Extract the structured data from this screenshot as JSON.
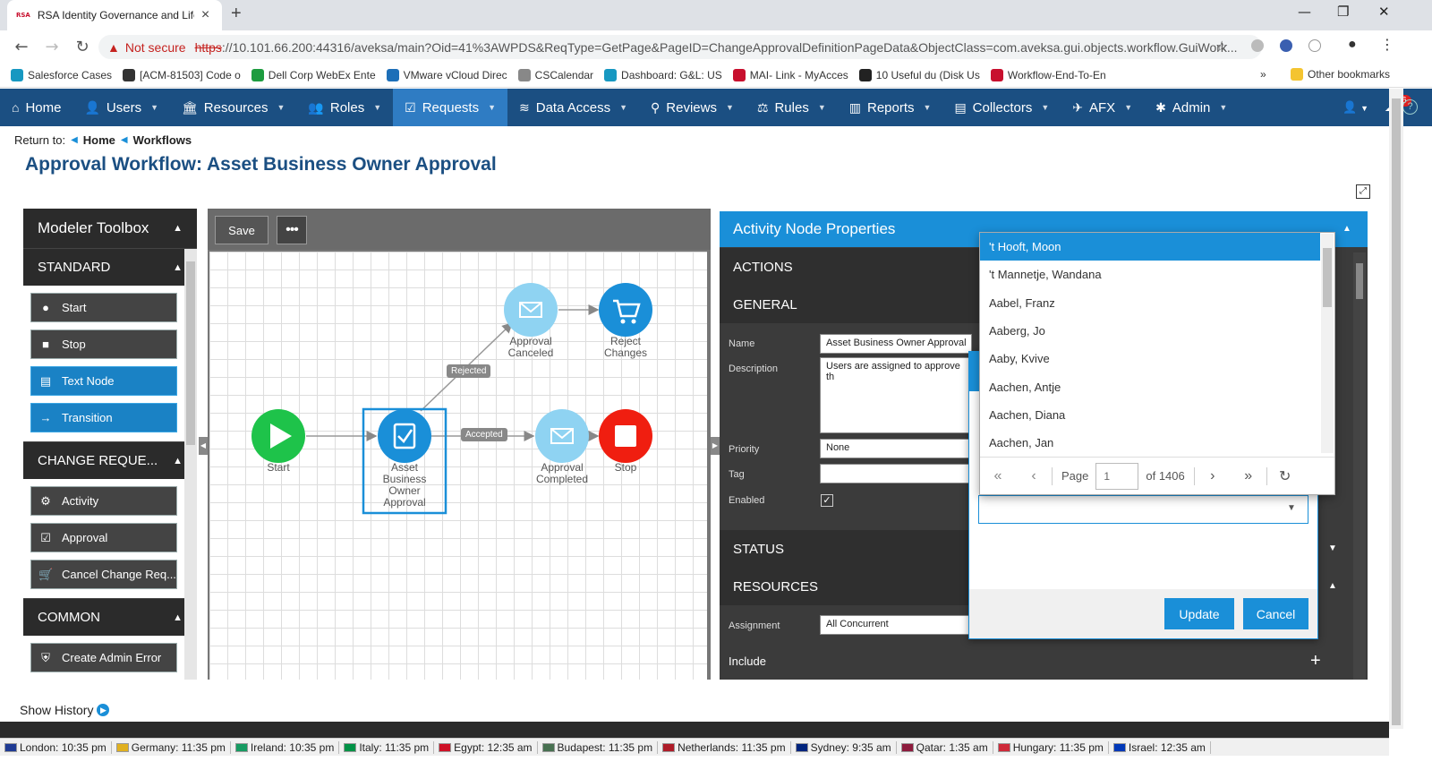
{
  "browser": {
    "tab_title": "RSA Identity Governance and Lifecycle",
    "favicon_text": "RSA",
    "not_secure": "Not secure",
    "url_scheme": "https",
    "url_rest": "://10.101.66.200:44316/aveksa/main?Oid=41%3AWPDS&ReqType=GetPage&PageID=ChangeApprovalDefinitionPageData&ObjectClass=com.aveksa.gui.objects.workflow.GuiWork...",
    "bookmarks": [
      {
        "label": "Salesforce Cases",
        "color": "#1798c1"
      },
      {
        "label": "[ACM-81503] Code o",
        "color": "#333333"
      },
      {
        "label": "Dell Corp WebEx Ente",
        "color": "#1d9c3f"
      },
      {
        "label": "VMware vCloud Direc",
        "color": "#1d6fb8"
      },
      {
        "label": "CSCalendar",
        "color": "#888888"
      },
      {
        "label": "Dashboard: G&L: US",
        "color": "#1798c1"
      },
      {
        "label": "MAI- Link - MyAcces",
        "color": "#c8102e"
      },
      {
        "label": "10 Useful du (Disk Us",
        "color": "#222222"
      },
      {
        "label": "Workflow-End-To-En",
        "color": "#c8102e"
      }
    ],
    "other_bookmarks": "Other bookmarks",
    "overflow": "»"
  },
  "nav": {
    "items": [
      {
        "label": "Home",
        "icon": "⌂",
        "caret": ""
      },
      {
        "label": "Users",
        "icon": "👤",
        "caret": "▼"
      },
      {
        "label": "Resources",
        "icon": "🏛",
        "caret": "▼"
      },
      {
        "label": "Roles",
        "icon": "👥",
        "caret": "▼"
      },
      {
        "label": "Requests",
        "icon": "☑",
        "caret": "▼"
      },
      {
        "label": "Data Access",
        "icon": "≋",
        "caret": "▼"
      },
      {
        "label": "Reviews",
        "icon": "⚲",
        "caret": "▼"
      },
      {
        "label": "Rules",
        "icon": "⚖",
        "caret": "▼"
      },
      {
        "label": "Reports",
        "icon": "▥",
        "caret": "▼"
      },
      {
        "label": "Collectors",
        "icon": "▤",
        "caret": "▼"
      },
      {
        "label": "AFX",
        "icon": "✈",
        "caret": "▼"
      },
      {
        "label": "Admin",
        "icon": "✱",
        "caret": "▼"
      }
    ],
    "notification_count": "6"
  },
  "breadcrumb": {
    "prefix": "Return to:",
    "items": [
      "Home",
      "Workflows"
    ]
  },
  "page_title": "Approval Workflow: Asset Business Owner Approval",
  "toolbox": {
    "title": "Modeler Toolbox",
    "sections": [
      {
        "title": "STANDARD",
        "items": [
          "Start",
          "Stop",
          "Text Node",
          "Transition"
        ]
      },
      {
        "title": "CHANGE REQUE...",
        "items": [
          "Activity",
          "Approval",
          "Cancel Change Req..."
        ]
      },
      {
        "title": "COMMON",
        "items": [
          "Create Admin Error"
        ]
      }
    ]
  },
  "canvas": {
    "save_label": "Save",
    "more_label": "•••",
    "nodes": {
      "start": "Start",
      "approval": [
        "Asset",
        "Business",
        "Owner",
        "Approval"
      ],
      "canceled": [
        "Approval",
        "Canceled"
      ],
      "reject": [
        "Reject",
        "Changes"
      ],
      "completed": [
        "Approval",
        "Completed"
      ],
      "stop": "Stop"
    },
    "edges": {
      "rejected": "Rejected",
      "accepted": "Accepted"
    },
    "colors": {
      "start": "#1ec34a",
      "approval": "#1a8fd8",
      "email": "#8fd3f2",
      "cart": "#1a8fd8",
      "stop": "#f01e10"
    }
  },
  "properties": {
    "title": "Activity Node Properties",
    "sections": {
      "actions": "ACTIONS",
      "general": "GENERAL",
      "status": "STATUS",
      "resources": "RESOURCES"
    },
    "labels": {
      "name": "Name",
      "description": "Description",
      "priority": "Priority",
      "tag": "Tag",
      "enabled": "Enabled",
      "assignment": "Assignment",
      "include": "Include"
    },
    "values": {
      "name": "Asset Business Owner Approval",
      "description": "Users are assigned to approve th",
      "priority": "None",
      "tag": "",
      "assignment": "All Concurrent"
    }
  },
  "dialog": {
    "update": "Update",
    "cancel": "Cancel",
    "combo_value": ""
  },
  "dropdown": {
    "items": [
      "'t Hooft, Moon",
      "'t Mannetje, Wandana",
      "Aabel, Franz",
      "Aaberg, Jo",
      "Aaby, Kvive",
      "Aachen, Antje",
      "Aachen, Diana",
      "Aachen, Jan"
    ],
    "selected_index": 0,
    "page_label": "Page",
    "page_value": "1",
    "page_total": "of 1406"
  },
  "footer": {
    "show_history": "Show History",
    "clocks": [
      {
        "label": "London: 10:35 pm",
        "flag": "#1f3a93"
      },
      {
        "label": "Germany: 11:35 pm",
        "flag": "#e0b020"
      },
      {
        "label": "Ireland: 10:35 pm",
        "flag": "#169b62"
      },
      {
        "label": "Italy: 11:35 pm",
        "flag": "#009246"
      },
      {
        "label": "Egypt: 12:35 am",
        "flag": "#ce1126"
      },
      {
        "label": "Budapest: 11:35 pm",
        "flag": "#477050"
      },
      {
        "label": "Netherlands: 11:35 pm",
        "flag": "#ae1c28"
      },
      {
        "label": "Sydney: 9:35 am",
        "flag": "#00247d"
      },
      {
        "label": "Qatar: 1:35 am",
        "flag": "#8d1b3d"
      },
      {
        "label": "Hungary: 11:35 pm",
        "flag": "#ce2939"
      },
      {
        "label": "Israel: 12:35 am",
        "flag": "#0038b8"
      }
    ]
  }
}
